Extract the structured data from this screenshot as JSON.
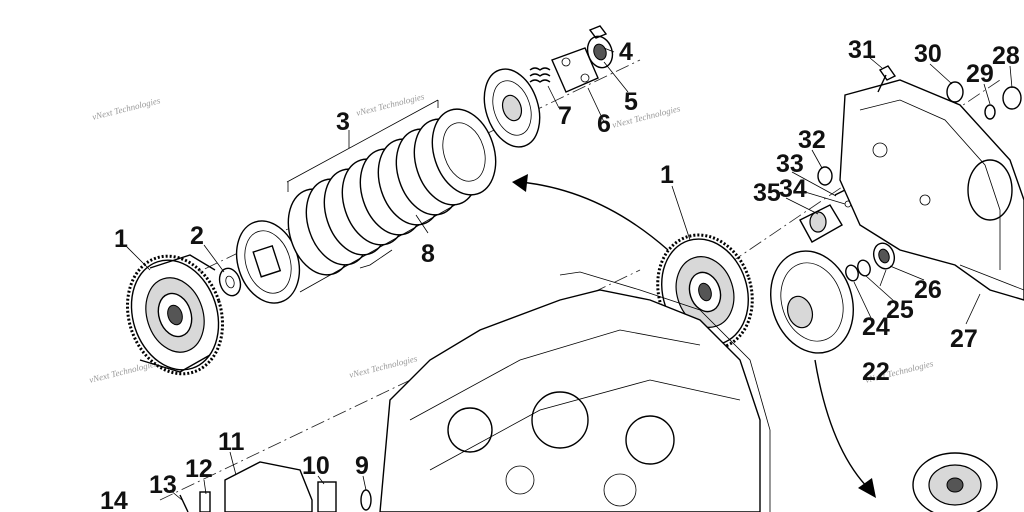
{
  "callouts": [
    {
      "id": "c1a",
      "text": "1"
    },
    {
      "id": "c2",
      "text": "2"
    },
    {
      "id": "c3",
      "text": "3"
    },
    {
      "id": "c4",
      "text": "4"
    },
    {
      "id": "c5",
      "text": "5"
    },
    {
      "id": "c6",
      "text": "6"
    },
    {
      "id": "c7",
      "text": "7"
    },
    {
      "id": "c8",
      "text": "8"
    },
    {
      "id": "c1b",
      "text": "1"
    },
    {
      "id": "c9",
      "text": "9"
    },
    {
      "id": "c10",
      "text": "10"
    },
    {
      "id": "c11",
      "text": "11"
    },
    {
      "id": "c12",
      "text": "12"
    },
    {
      "id": "c13",
      "text": "13"
    },
    {
      "id": "c14",
      "text": "14"
    },
    {
      "id": "c22",
      "text": "22"
    },
    {
      "id": "c24",
      "text": "24"
    },
    {
      "id": "c25",
      "text": "25"
    },
    {
      "id": "c26",
      "text": "26"
    },
    {
      "id": "c27",
      "text": "27"
    },
    {
      "id": "c28",
      "text": "28"
    },
    {
      "id": "c29",
      "text": "29"
    },
    {
      "id": "c30",
      "text": "30"
    },
    {
      "id": "c31",
      "text": "31"
    },
    {
      "id": "c32",
      "text": "32"
    },
    {
      "id": "c33",
      "text": "33"
    },
    {
      "id": "c34",
      "text": "34"
    },
    {
      "id": "c35",
      "text": "35"
    }
  ],
  "watermark": {
    "text": "vNext Technologies"
  }
}
